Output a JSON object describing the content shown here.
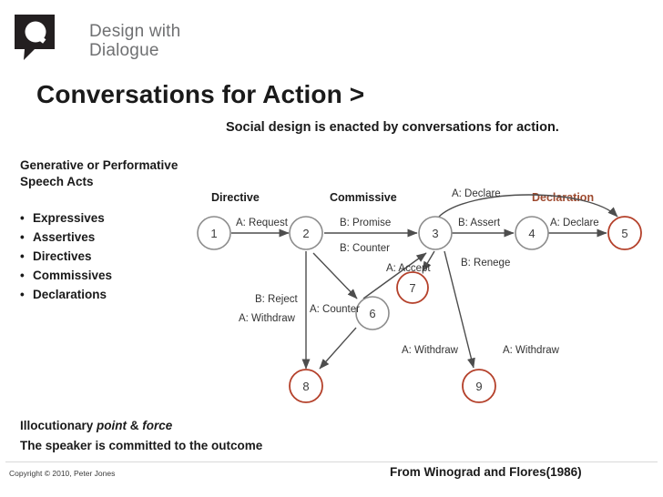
{
  "logo": {
    "line1": "Design with",
    "line2": "Dialogue",
    "mark": "speech-bubble-q-mark"
  },
  "header": {
    "title": "Conversations for Action >",
    "subtitle": "Social design is enacted by conversations for action."
  },
  "left_panel": {
    "heading_line1": "Generative or Performative",
    "heading_line2": "Speech Acts",
    "bullets": [
      "Expressives",
      "Assertives",
      "Directives",
      "Commissives",
      "Declarations"
    ]
  },
  "footer": {
    "note_prefix": "Illocutionary ",
    "note_italic1": "point",
    "note_mid": " & ",
    "note_italic2": "force",
    "note2": "The speaker is committed to the outcome",
    "copyright": "Copyright © 2010, Peter Jones",
    "source": "From Winograd and Flores(1986)"
  },
  "diagram": {
    "type": "state-transition-network",
    "column_labels": [
      {
        "text": "Directive",
        "color": "#1a1a1a"
      },
      {
        "text": "Commissive",
        "color": "#1a1a1a"
      },
      {
        "text": "Declaration",
        "color": "#9e4a2f"
      }
    ],
    "top_edge_label": "A: Declare",
    "nodes": [
      {
        "id": "1",
        "label": "1",
        "style": "gray"
      },
      {
        "id": "2",
        "label": "2",
        "style": "gray"
      },
      {
        "id": "3",
        "label": "3",
        "style": "gray"
      },
      {
        "id": "4",
        "label": "4",
        "style": "gray"
      },
      {
        "id": "5",
        "label": "5",
        "style": "red"
      },
      {
        "id": "6",
        "label": "6",
        "style": "gray"
      },
      {
        "id": "7",
        "label": "7",
        "style": "red"
      },
      {
        "id": "8",
        "label": "8",
        "style": "red"
      },
      {
        "id": "9",
        "label": "9",
        "style": "red"
      }
    ],
    "edges": [
      {
        "from": "1",
        "to": "2",
        "label": "A: Request"
      },
      {
        "from": "2",
        "to": "3",
        "label": "B: Promise"
      },
      {
        "from": "3",
        "to": "4",
        "label": "B: Assert"
      },
      {
        "from": "4",
        "to": "5",
        "label": "A: Declare"
      },
      {
        "from": "2",
        "to": "6",
        "label": "B: Counter"
      },
      {
        "from": "6",
        "to": "3",
        "label": "A: Accept"
      },
      {
        "from": "2",
        "to": "8",
        "label": "B: Reject"
      },
      {
        "from": "2",
        "to": "8",
        "label": "A: Withdraw"
      },
      {
        "from": "6",
        "to": "2",
        "label": "A: Counter"
      },
      {
        "from": "3",
        "to": "7",
        "label": "B: Renege"
      },
      {
        "from": "6",
        "to": "8",
        "label": "A: Withdraw"
      },
      {
        "from": "3",
        "to": "9",
        "label": "A: Withdraw"
      }
    ]
  }
}
